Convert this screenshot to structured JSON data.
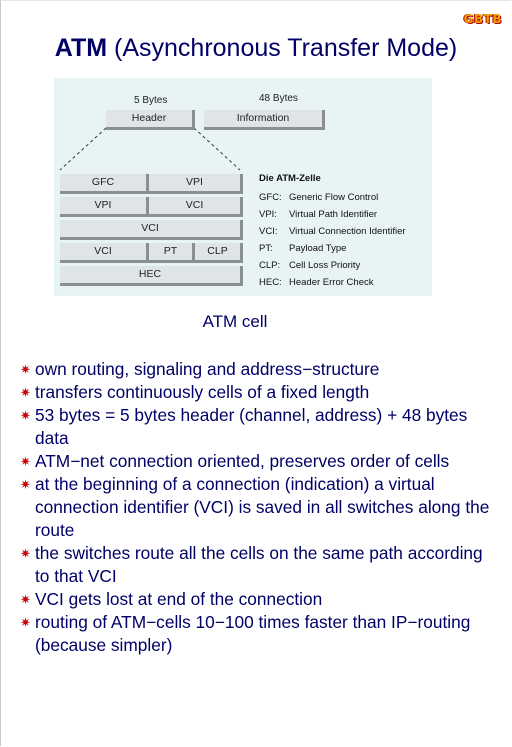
{
  "logo_text": "GBTB",
  "title": {
    "bold": "ATM",
    "rest": " (Asynchronous Transfer Mode)"
  },
  "figure": {
    "top_labels": {
      "header_size": "5 Bytes",
      "info_size": "48 Bytes",
      "header": "Header",
      "information": "Information"
    },
    "rows": [
      [
        "GFC",
        "VPI"
      ],
      [
        "VPI",
        "VCI"
      ],
      [
        "VCI"
      ],
      [
        "VCI",
        "PT",
        "CLP"
      ],
      [
        "HEC"
      ]
    ],
    "legend_title": "Die ATM-Zelle",
    "legend": [
      {
        "key": "GFC:",
        "desc": "Generic Flow Control"
      },
      {
        "key": "VPI:",
        "desc": "Virtual Path Identifier"
      },
      {
        "key": "VCI:",
        "desc": "Virtual Connection Identifier"
      },
      {
        "key": "PT:",
        "desc": "Payload Type"
      },
      {
        "key": "CLP:",
        "desc": "Cell Loss Priority"
      },
      {
        "key": "HEC:",
        "desc": "Header Error Check"
      }
    ]
  },
  "caption": "ATM cell",
  "bullets": [
    "own routing, signaling and address−structure",
    "transfers continuously cells of a fixed length",
    "53 bytes = 5 bytes header (channel, address) + 48 bytes data",
    "ATM−net connection oriented, preserves order of cells",
    "at the beginning of a connection (indication) a virtual connection identifier (VCI) is saved in all switches along the route",
    "the switches route all the cells on the same path according to that VCI",
    "VCI gets lost at end of the connection",
    "routing of ATM−cells 10−100 times faster than IP−routing (because simpler)"
  ],
  "colors": {
    "title": "#000066",
    "bullet_star": "#cc0000",
    "figure_bg": "#e8f3f4"
  },
  "icons": {
    "bullet": "red-asterisk-star-icon"
  }
}
